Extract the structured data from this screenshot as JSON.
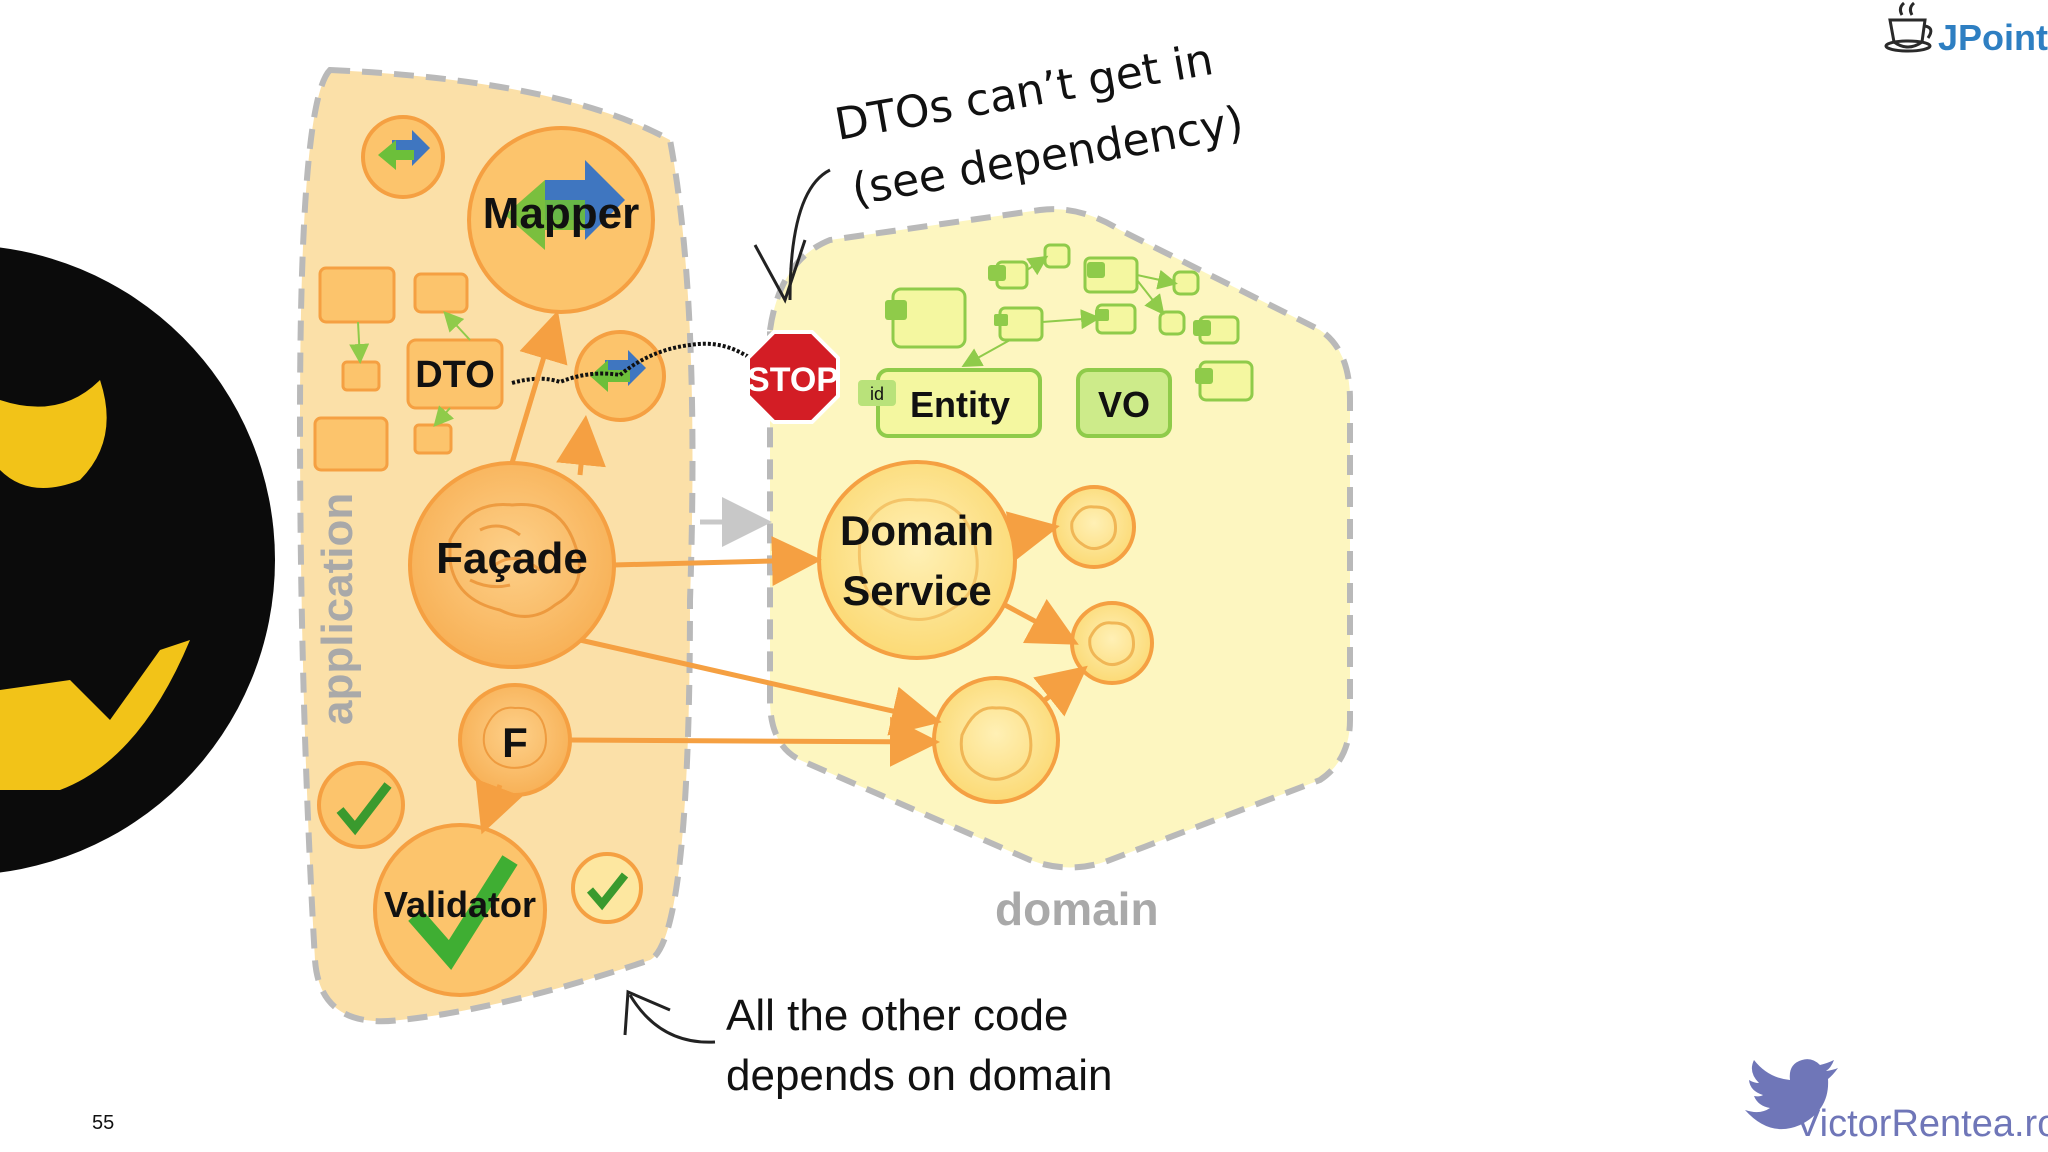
{
  "slide": {
    "page_number": "55",
    "logo_text": "JPoint",
    "footer_handle": "VictorRentea.ro"
  },
  "application_area": {
    "label": "application",
    "mapper_label": "Mapper",
    "dto_label": "DTO",
    "facade_label": "Façade",
    "f_label": "F",
    "validator_label": "Validator"
  },
  "domain_area": {
    "label": "domain",
    "entity_label": "Entity",
    "entity_id_label": "id",
    "vo_label": "VO",
    "domain_service_line1": "Domain",
    "domain_service_line2": "Service"
  },
  "stop_sign": {
    "label": "STOP"
  },
  "annotations": {
    "top_line1": "DTOs can’t get in",
    "top_line2": "(see dependency)",
    "bottom_line1": "All the other code",
    "bottom_line2": "depends on domain"
  },
  "colors": {
    "app_fill": "#fbe0a8",
    "domain_fill": "#fdf6c0",
    "orange_arrow": "#f5a042",
    "circle_fill": "#fcc46c",
    "green_box": "#b9e27a",
    "stop_red": "#d31d25",
    "twitter_blue": "#6f76b8"
  },
  "icons": [
    "jpoint-cup-icon",
    "twitter-bird-icon",
    "brain-icon",
    "checkmark-icon",
    "convert-arrows-icon",
    "stop-sign-icon"
  ]
}
